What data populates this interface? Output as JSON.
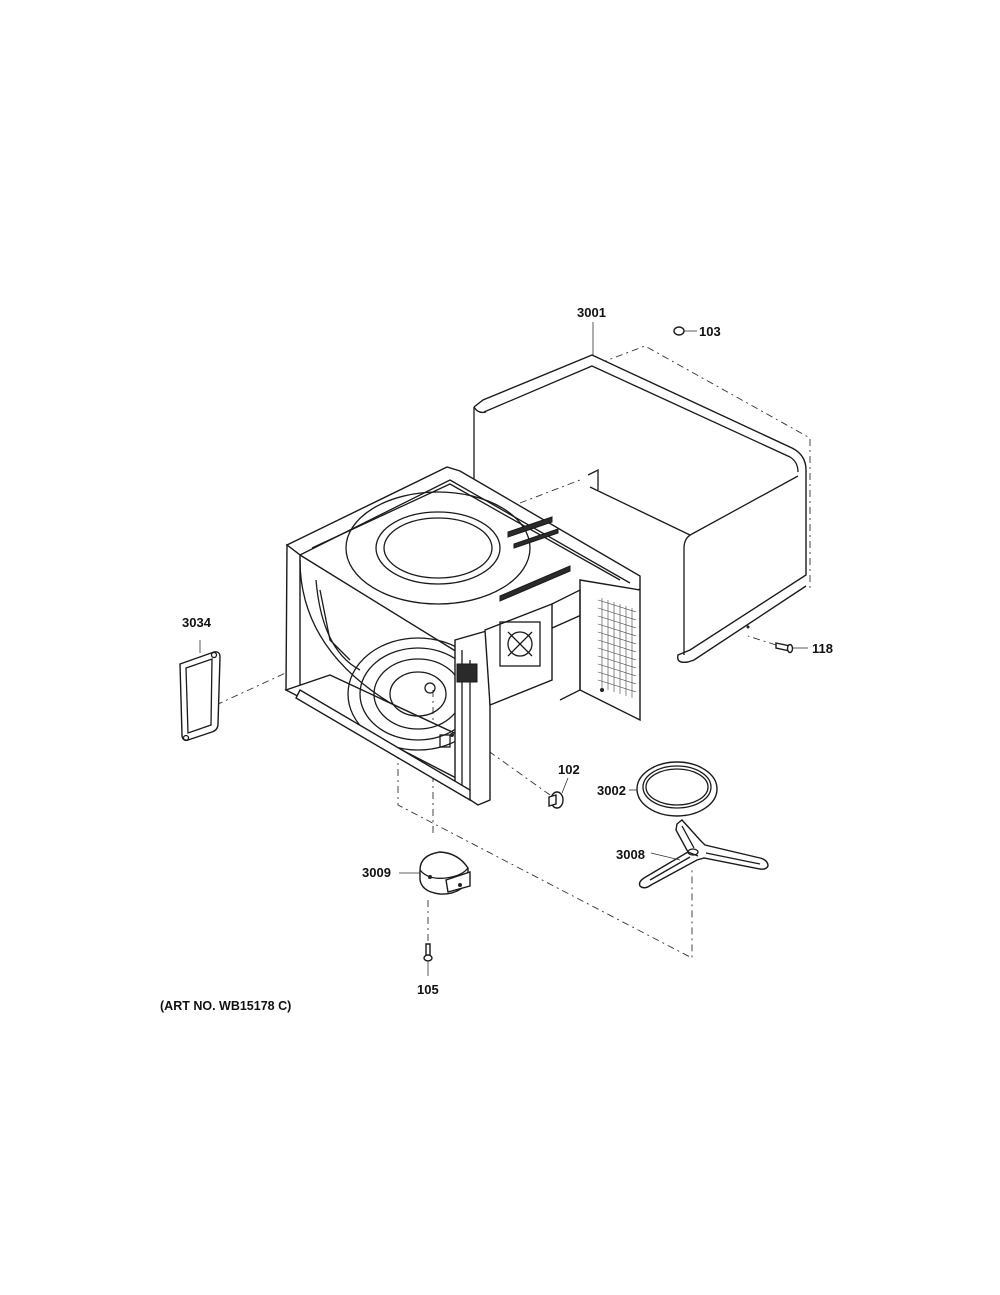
{
  "diagram": {
    "callouts": {
      "p3001": "3001",
      "p103": "103",
      "p3034": "3034",
      "p118": "118",
      "p102": "102",
      "p3002": "3002",
      "p3008": "3008",
      "p3009": "3009",
      "p105": "105"
    },
    "art_number": "(ART NO. WB15178 C)"
  }
}
